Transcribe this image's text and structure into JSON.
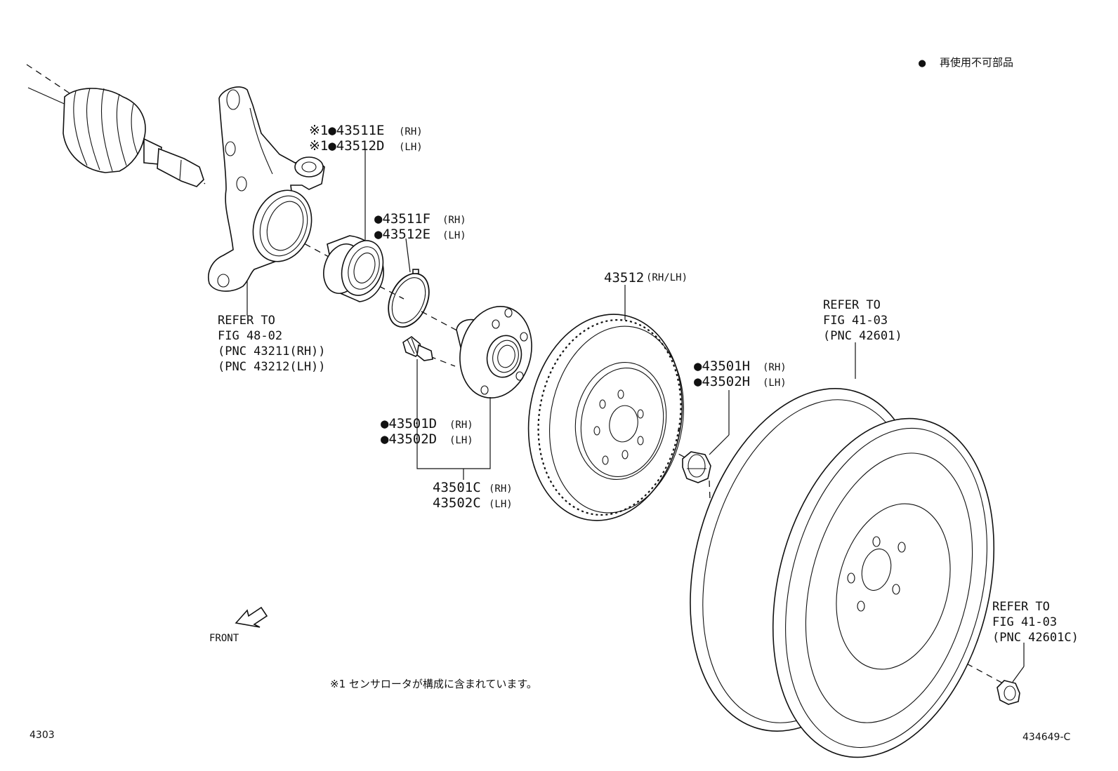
{
  "legend": {
    "bullet": "●",
    "text": "再使用不可部品"
  },
  "note": "※1 センサロータが構成に含まれています。",
  "page_code": "4303",
  "figure_code": "434649-C",
  "front_label": "FRONT",
  "callouts": {
    "hub_bearing": {
      "line1": "※1●43511E",
      "suffix1": "(RH)",
      "line2": "※1●43512D",
      "suffix2": "(LH)"
    },
    "snap_ring": {
      "line1": "●43511F",
      "suffix1": "(RH)",
      "line2": "●43512E",
      "suffix2": "(LH)"
    },
    "disc": {
      "number": "43512",
      "suffix": "(RH/LH)"
    },
    "hub_nut": {
      "line1": "●43501H",
      "suffix1": "(RH)",
      "line2": "●43502H",
      "suffix2": "(LH)"
    },
    "hub_bolt": {
      "line1": "●43501D",
      "suffix1": "(RH)",
      "line2": "●43502D",
      "suffix2": "(LH)"
    },
    "axle_hub": {
      "line1": "43501C",
      "suffix1": "(RH)",
      "line2": "43502C",
      "suffix2": "(LH)"
    },
    "knuckle_ref": {
      "line1": "REFER TO",
      "line2": "FIG 48-02",
      "line3": "(PNC 43211(RH))",
      "line4": "(PNC 43212(LH))"
    },
    "wheel_ref": {
      "line1": "REFER TO",
      "line2": "FIG 41-03",
      "line3": "(PNC 42601)"
    },
    "wheel_nut_ref": {
      "line1": "REFER TO",
      "line2": "FIG 41-03",
      "line3": "(PNC 42601C)"
    }
  }
}
